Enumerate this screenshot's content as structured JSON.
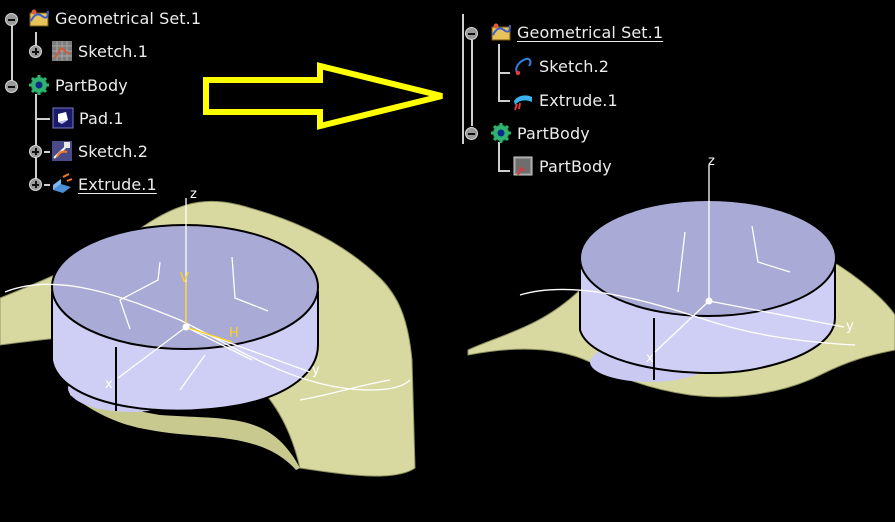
{
  "left_panel": {
    "tree": {
      "geometrical_set": "Geometrical Set.1",
      "sketch1": "Sketch.1",
      "partbody": "PartBody",
      "pad": "Pad.1",
      "sketch2": "Sketch.2",
      "extrude": "Extrude.1"
    },
    "axes": {
      "z": "z",
      "y": "y",
      "x": "x",
      "v": "V",
      "h": "H"
    }
  },
  "right_panel": {
    "tree": {
      "geometrical_set": "Geometrical Set.1",
      "sketch2": "Sketch.2",
      "extrude": "Extrude.1",
      "partbody": "PartBody",
      "partbody_result": "PartBody"
    },
    "axes": {
      "z": "z",
      "y": "y",
      "x": "x"
    }
  },
  "icons": {
    "geometrical_set": "geometrical-set-icon",
    "sketch": "sketch-icon",
    "partbody": "gear-icon",
    "pad": "pad-icon",
    "extrude": "extrude-surface-icon",
    "solid": "solid-body-icon",
    "arrow": "arrow-right-icon"
  },
  "colors": {
    "background": "#000000",
    "surface": "#d8d9a0",
    "cylinder": "#c9c9f2",
    "cylinder_top": "#a9aad6",
    "arrow": "#ffff00",
    "axis_highlight": "#ffd21a"
  }
}
